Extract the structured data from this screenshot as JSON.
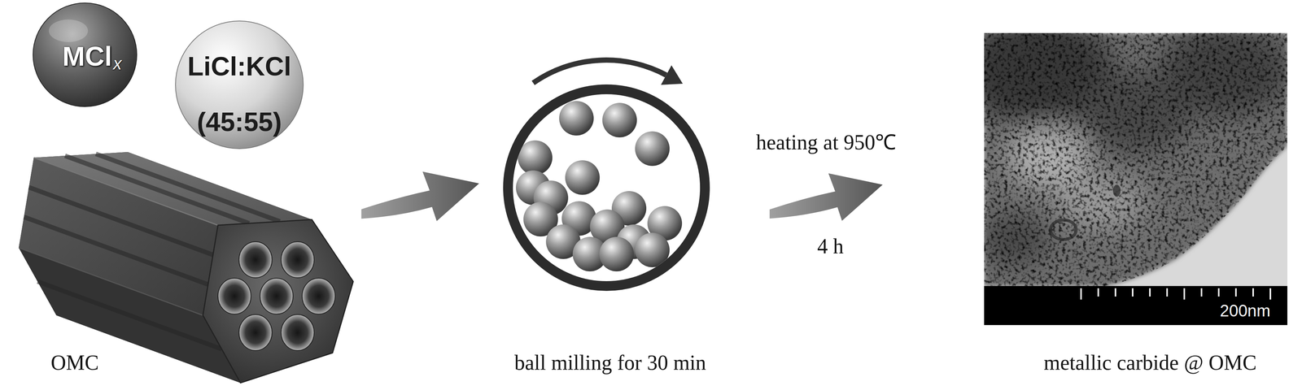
{
  "diagram": {
    "nodes": [
      {
        "text": [
          "MCl",
          "x"
        ]
      },
      {
        "text": [
          "LiCl:KCl (45:55)"
        ]
      },
      {
        "text": [
          "OMC"
        ]
      },
      {
        "text": [
          "ball milling for 30 min"
        ]
      },
      {
        "text": [
          "200nm",
          "metallic carbide @ OMC"
        ]
      }
    ],
    "edges": [
      {
        "from": 2,
        "to": 3,
        "arrow": "to"
      },
      {
        "from": 3,
        "to": 4,
        "arrow": "to",
        "label": "heating at 950℃"
      }
    ],
    "labels": [
      "4 h"
    ]
  }
}
